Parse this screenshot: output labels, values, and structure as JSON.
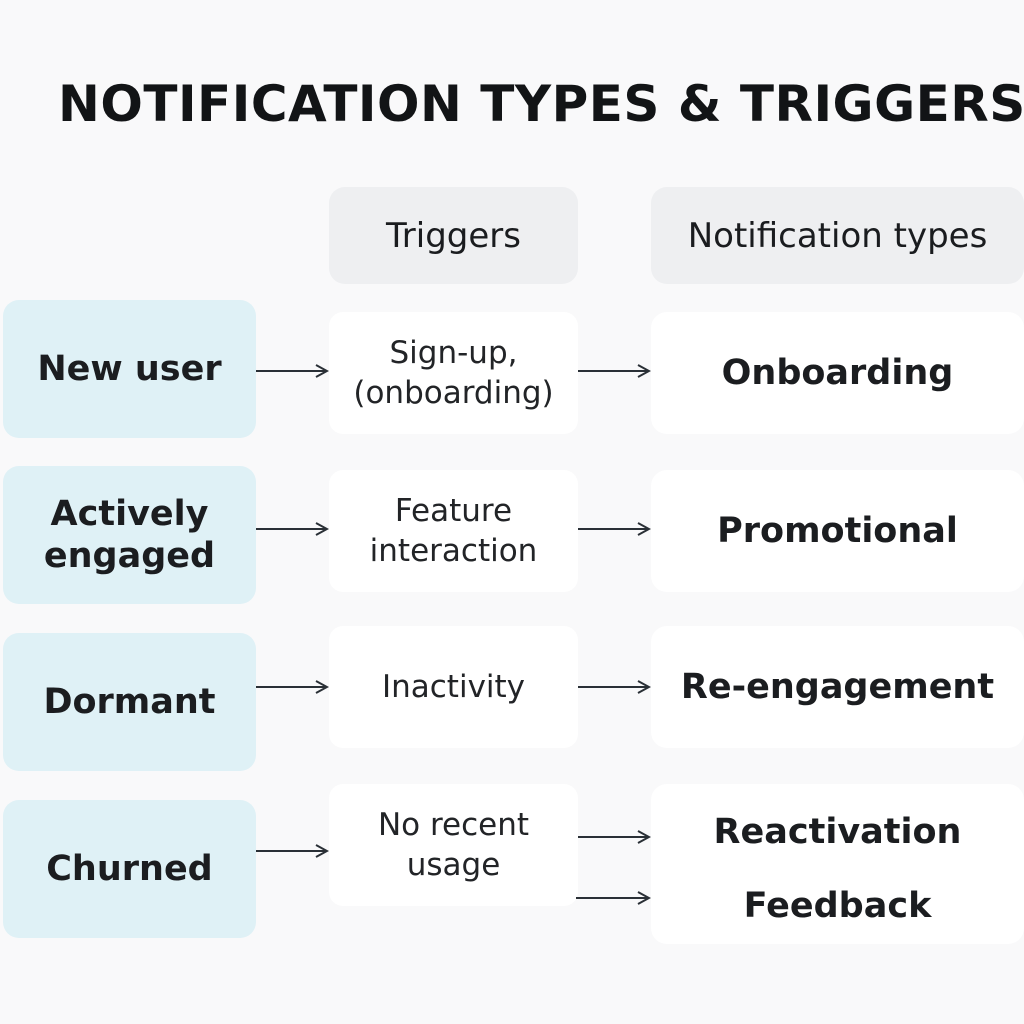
{
  "title": "NOTIFICATION TYPES & TRIGGERS",
  "headers": {
    "triggers": "Triggers",
    "types": "Notification types"
  },
  "rows": [
    {
      "user": "New user",
      "trigger": "Sign-up,\n(onboarding)",
      "types": [
        "Onboarding"
      ]
    },
    {
      "user": "Actively\nengaged",
      "trigger": "Feature\ninteraction",
      "types": [
        "Promotional"
      ]
    },
    {
      "user": "Dormant",
      "trigger": "Inactivity",
      "types": [
        "Re-engagement"
      ]
    },
    {
      "user": "Churned",
      "trigger": "No recent\nusage",
      "types": [
        "Reactivation",
        "Feedback"
      ]
    }
  ],
  "colors": {
    "user_fill": "#dff1f6",
    "header_fill": "#eeeff1",
    "cell_fill": "#ffffff",
    "arrow": "#2a3036"
  }
}
